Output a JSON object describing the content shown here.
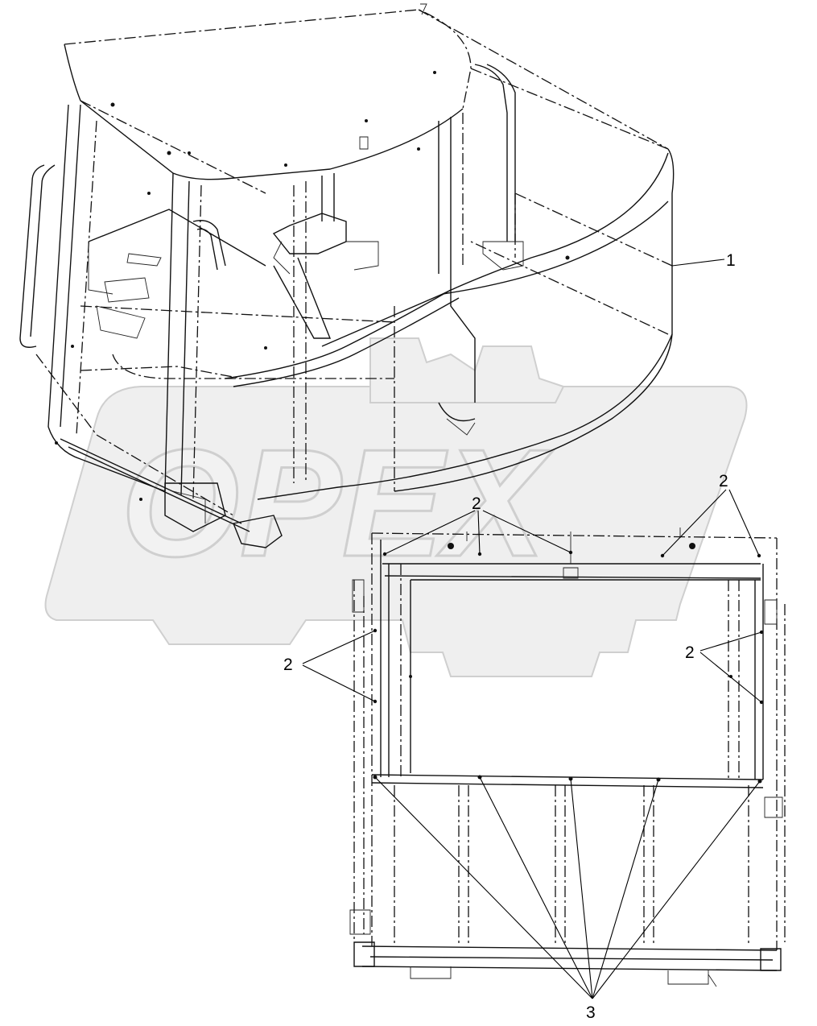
{
  "callouts": {
    "c1": "1",
    "c2a": "2",
    "c2b": "2",
    "c2c": "2",
    "c2d": "2",
    "c3": "3"
  },
  "watermark": {
    "text": "OPEX"
  },
  "colors": {
    "line": "#111111",
    "watermark": "#cfcfcf",
    "background": "#ffffff"
  }
}
